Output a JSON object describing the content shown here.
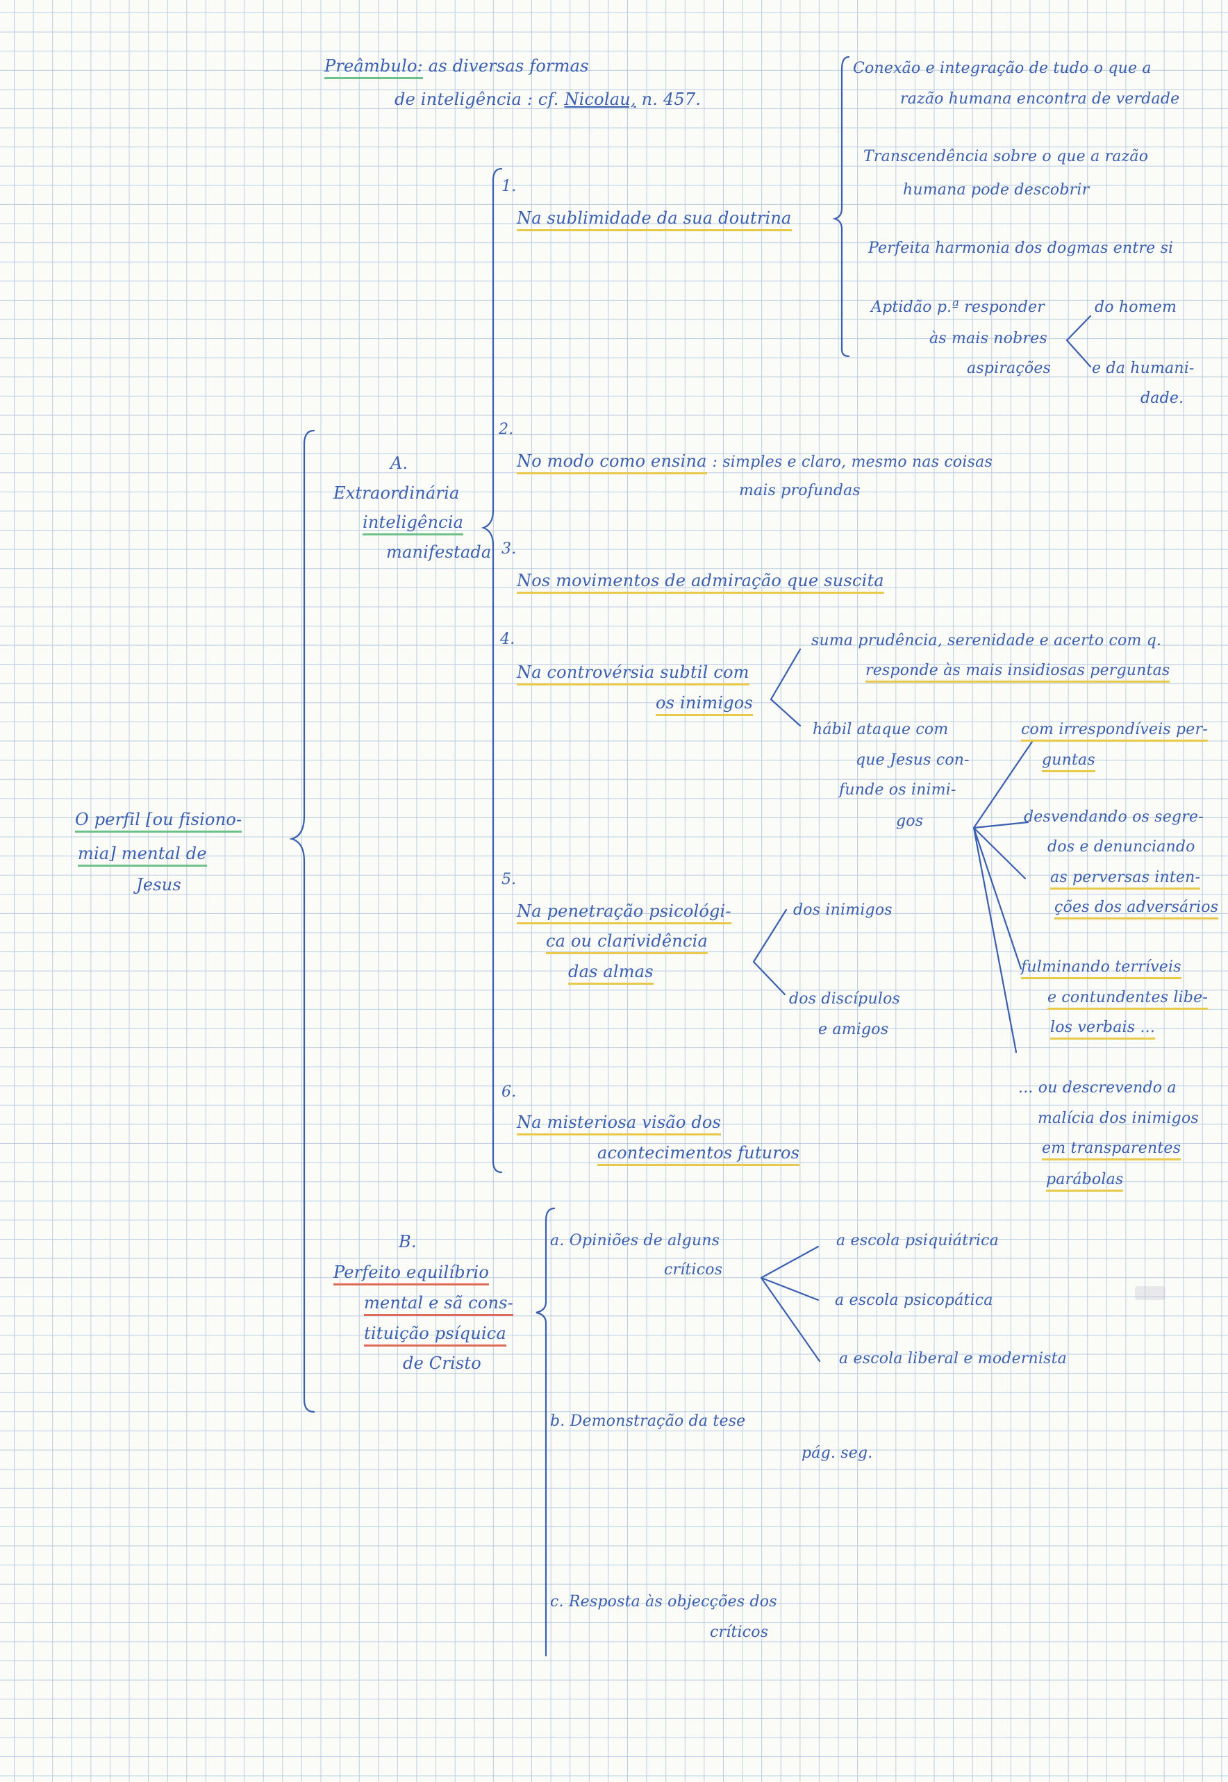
{
  "preamble": {
    "label": "Preâmbulo:",
    "text1": "as diversas formas",
    "text2a": "de inteligência : cf.",
    "source": "Nicolau,",
    "text2b": "n. 457."
  },
  "doctrine_points": [
    {
      "line1": "Conexão e integração de tudo o que a",
      "line2": "razão humana encontra de verdade"
    },
    {
      "line1": "Transcendência sobre o que a razão",
      "line2": "humana pode descobrir"
    },
    {
      "line1": "Perfeita harmonia dos dogmas entre si"
    }
  ],
  "aptidao": {
    "line1": "Aptidão p.ª responder",
    "line2": "às mais nobres",
    "line3": "aspirações",
    "branch1": "do homem",
    "branch2a": "e da humani-",
    "branch2b": "dade."
  },
  "root": {
    "line1": "O perfil [ou fisiono-",
    "line2": "mia] mental de",
    "line3": "Jesus"
  },
  "section_a": {
    "letter": "A.",
    "line1": "Extraordinária",
    "line2": "inteligência",
    "line3": "manifestada"
  },
  "items": [
    {
      "num": "1.",
      "line1": "Na sublimidade da sua doutrina"
    },
    {
      "num": "2.",
      "line1": "No modo como ensina",
      "detail1": ": simples e claro, mesmo nas coisas",
      "detail2": "mais profundas"
    },
    {
      "num": "3.",
      "line1": "Nos movimentos de admiração que suscita"
    },
    {
      "num": "4.",
      "line1": "Na controvérsia subtil com",
      "line2": "os inimigos"
    },
    {
      "num": "5.",
      "line1": "Na penetração psicológi-",
      "line2": "ca ou clarividência",
      "line3": "das almas"
    },
    {
      "num": "6.",
      "line1": "Na misteriosa visão dos",
      "line2": "acontecimentos futuros"
    }
  ],
  "controversy": {
    "prudence1": "suma prudência, serenidade e acerto com q.",
    "prudence2": "responde às mais insidiosas perguntas",
    "attack1": "hábil ataque com",
    "attack2": "que Jesus con-",
    "attack3": "funde os inimi-",
    "attack4": "gos",
    "methods": [
      {
        "line1": "com irrespondíveis per-",
        "line2": "guntas"
      },
      {
        "line1": "desvendando os segre-",
        "line2": "dos e denunciando",
        "line3": "as perversas inten-",
        "line4": "ções dos adversários"
      },
      {
        "line1": "fulminando terríveis",
        "line2": "e contundentes libe-",
        "line3": "los verbais ..."
      },
      {
        "line1": "... ou descrevendo a",
        "line2": "malícia dos inimigos",
        "line3": "em transparentes",
        "line4": "parábolas"
      }
    ]
  },
  "penetration": {
    "branch1": "dos inimigos",
    "branch2a": "dos discípulos",
    "branch2b": "e amigos"
  },
  "section_b": {
    "letter": "B.",
    "line1": "Perfeito equilíbrio",
    "line2": "mental e sã cons-",
    "line3": "tituição psíquica",
    "line4": "de Cristo"
  },
  "b_items": {
    "a1": "a. Opiniões de alguns",
    "a2": "críticos",
    "schools": [
      "a escola psiquiátrica",
      "a escola psicopática",
      "a escola liberal e modernista"
    ],
    "b1": "b. Demonstração da tese",
    "b_ref": "pág. seg.",
    "c1": "c. Resposta às objecções dos",
    "c2": "críticos"
  },
  "colors": {
    "ink": "#3a5fb0",
    "grid": "#b9cde3",
    "paper": "#fbfbf7",
    "green": "#6cc08a",
    "yellow": "#e9c94a",
    "red": "#e06a5a"
  }
}
